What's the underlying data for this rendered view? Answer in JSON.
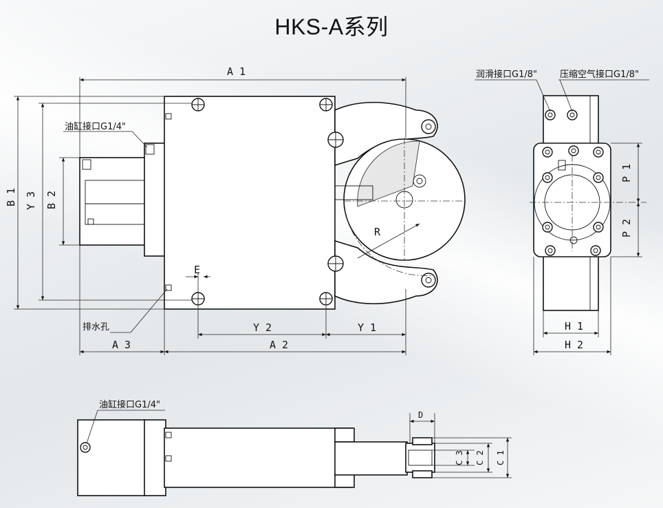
{
  "title": "HKS-A系列",
  "labels": {
    "A1": "A 1",
    "A2": "A 2",
    "A3": "A 3",
    "B1": "B 1",
    "B2": "B 2",
    "Y1": "Y 1",
    "Y2": "Y 2",
    "Y3": "Y 3",
    "E": "E",
    "R": "R",
    "P1": "P 1",
    "P2": "P 2",
    "H1": "H 1",
    "H2": "H 2",
    "D": "D",
    "C1": "C 1",
    "C2": "C 2",
    "C3": "C 3"
  },
  "notes": {
    "oil_port_top": "油缸接口G1/4\"",
    "drain_hole": "排水孔",
    "lube_port": "润滑接口G1/8\"",
    "air_port": "压缩空气接口G1/8\"",
    "oil_port_bottom": "油缸接口G1/4\""
  }
}
